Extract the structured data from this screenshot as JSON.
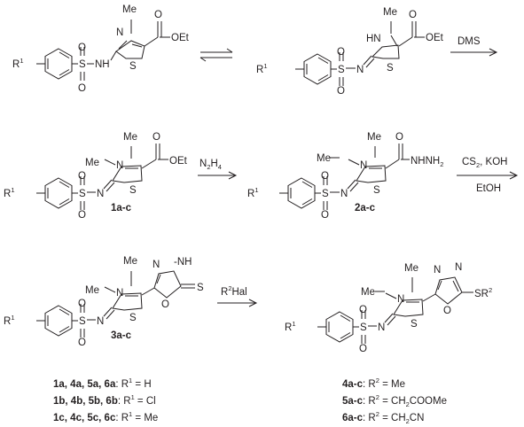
{
  "atoms": {
    "R1": "R",
    "one": "1",
    "S": "S",
    "O": "O",
    "N": "N",
    "NH": "NH",
    "HN": "HN",
    "Me": "Me",
    "OEt": "OEt",
    "NHNH2": "NHNH",
    "two": "2",
    "R2": "R",
    "SR": "SR",
    "NH_right": "-NH"
  },
  "reagents": {
    "dms": "DMS",
    "n2h4_N": "N",
    "n2h4_H": "H",
    "n2h4_2": "2",
    "n2h4_4": "4",
    "cs2_koh_a": "CS",
    "cs2_koh_b": ", KOH",
    "etoh": "EtOH",
    "r2hal_a": "R",
    "r2hal_b": "Hal"
  },
  "compounds": {
    "c1": "1a-c",
    "c2": "2a-c",
    "c3": "3a-c"
  },
  "legend_left": [
    {
      "ids": "1a, 4a, 5a, 6a",
      "r": "R",
      "sup": "1",
      "value": " = H"
    },
    {
      "ids": "1b, 4b, 5b, 6b",
      "r": "R",
      "sup": "1",
      "value": " = Cl"
    },
    {
      "ids": "1c, 4c, 5c, 6c",
      "r": "R",
      "sup": "1",
      "value": " = Me"
    }
  ],
  "legend_right": [
    {
      "ids": "4a-c",
      "r": "R",
      "sup": "2",
      "value": " = Me"
    },
    {
      "ids": "5a-c",
      "r": "R",
      "sup": "2",
      "value": " = CH",
      "sub": "2",
      "tail": "COOMe"
    },
    {
      "ids": "6a-c",
      "r": "R",
      "sup": "2",
      "value": " = CH",
      "sub": "2",
      "tail": "CN"
    }
  ]
}
